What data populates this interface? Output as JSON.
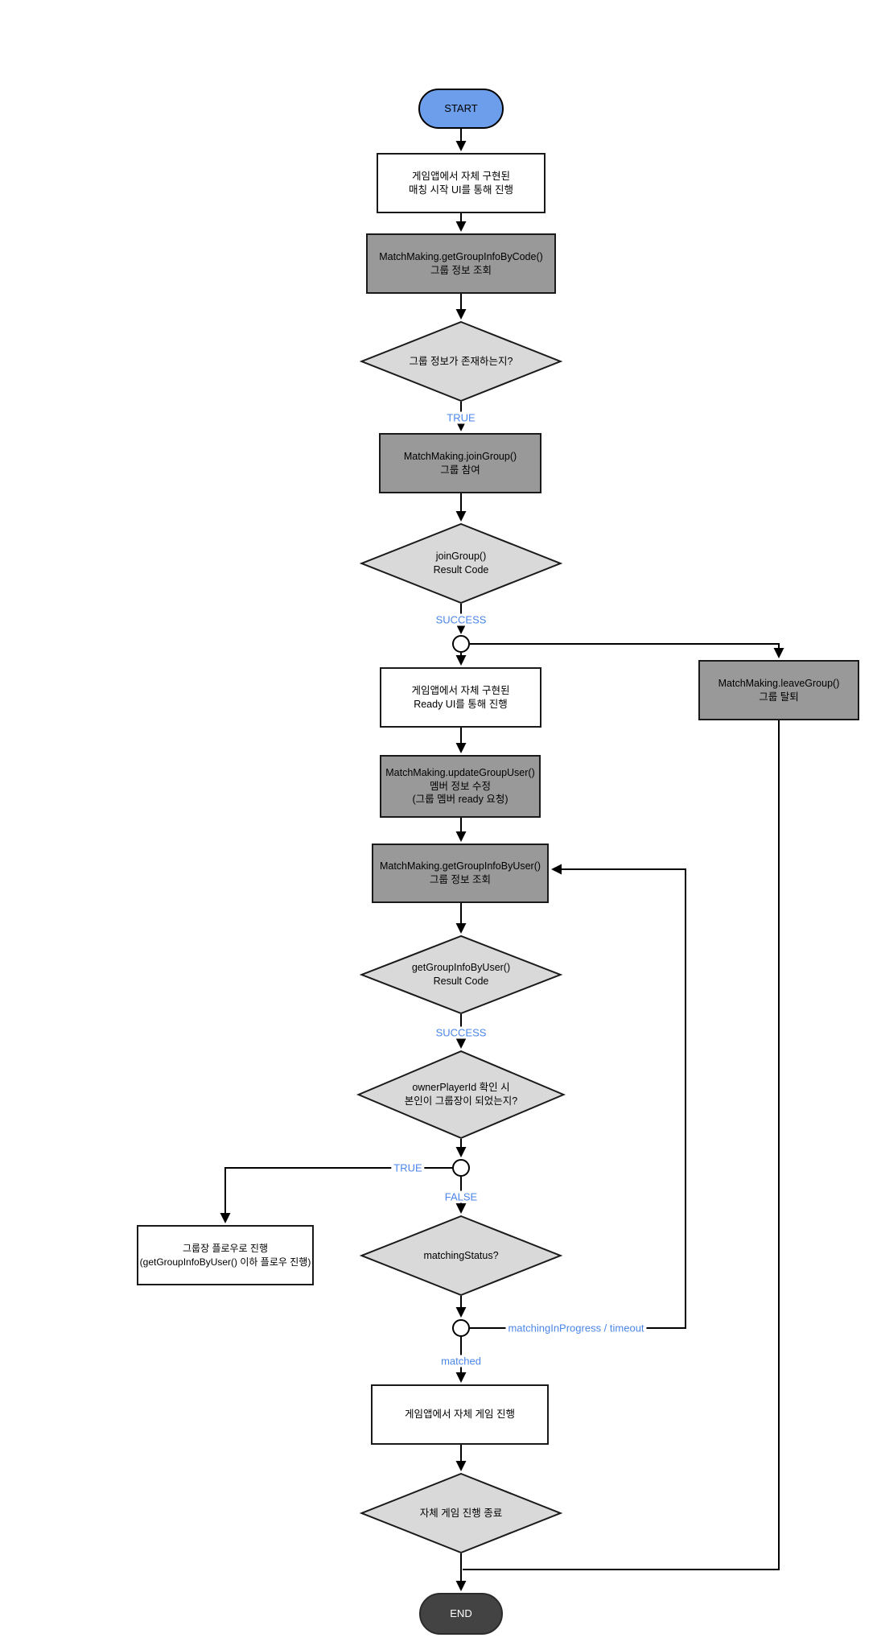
{
  "diagram_type": "flowchart",
  "colors": {
    "start_fill": "#6d9eeb",
    "end_fill": "#434343",
    "api_process_fill": "#999999",
    "plain_process_fill": "#ffffff",
    "decision_fill": "#d9d9d9",
    "edge_label_text": "#4a86e8",
    "line": "#000000"
  },
  "nodes": {
    "start": {
      "label": "START"
    },
    "match_ui": {
      "label": "게임앱에서 자체 구현된\n매칭 시작 UI를 통해 진행"
    },
    "get_group_info_by_code": {
      "label": "MatchMaking.getGroupInfoByCode()\n그룹 정보 조회"
    },
    "group_exists": {
      "label": "그룹 정보가 존재하는지?"
    },
    "join_group": {
      "label": "MatchMaking.joinGroup()\n그룹 참여"
    },
    "join_result": {
      "label": "joinGroup()\nResult Code"
    },
    "leave_group": {
      "label": "MatchMaking.leaveGroup()\n그룹 탈퇴"
    },
    "ready_ui": {
      "label": "게임앱에서 자체 구현된\nReady UI를 통해 진행"
    },
    "update_group_user": {
      "label": "MatchMaking.updateGroupUser()\n멤버 정보 수정\n(그룹 멤버 ready 요청)"
    },
    "get_group_info_by_user": {
      "label": "MatchMaking.getGroupInfoByUser()\n그룹 정보 조회"
    },
    "get_info_result": {
      "label": "getGroupInfoByUser()\nResult Code"
    },
    "owner_check": {
      "label": "ownerPlayerId 확인 시\n본인이 그룹장이 되었는지?"
    },
    "leader_flow": {
      "label": "그룹장 플로우로 진행\n(getGroupInfoByUser() 이하 플로우 진행)"
    },
    "matching_status": {
      "label": "matchingStatus?"
    },
    "game_play": {
      "label": "게임앱에서 자체 게임 진행"
    },
    "game_end": {
      "label": "자체 게임 진행 종료"
    },
    "end": {
      "label": "END"
    }
  },
  "edge_labels": {
    "group_exists_true": "TRUE",
    "join_success": "SUCCESS",
    "get_info_success": "SUCCESS",
    "owner_true": "TRUE",
    "owner_false": "FALSE",
    "matching_in_progress": "matchingInProgress / timeout",
    "matched": "matched"
  }
}
